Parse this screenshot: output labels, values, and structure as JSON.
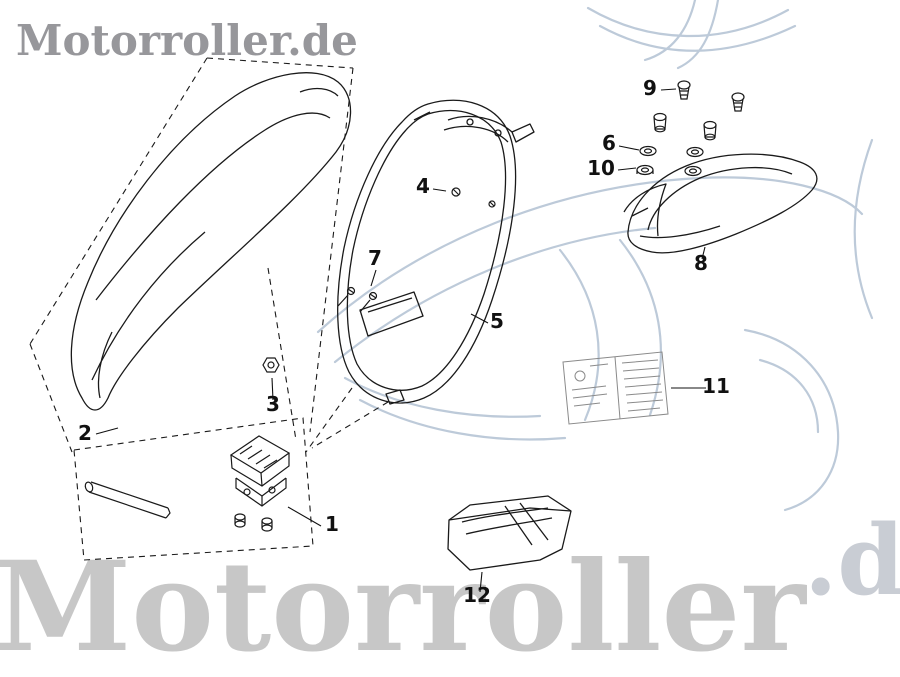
{
  "watermarks": {
    "logo_top": "Motorroller.de",
    "logo_bottom": "Motorroller",
    "logo_bottom_right": ".d",
    "logo_top_color": "#97979b",
    "bottom_color": "#c7c7c7",
    "scooter_sketch_color": "#b6c5d5"
  },
  "diagram": {
    "line_color": "#1a1a1a",
    "part_labels": [
      "1",
      "2",
      "3",
      "4",
      "5",
      "6",
      "7",
      "8",
      "9",
      "10",
      "11",
      "12"
    ]
  }
}
